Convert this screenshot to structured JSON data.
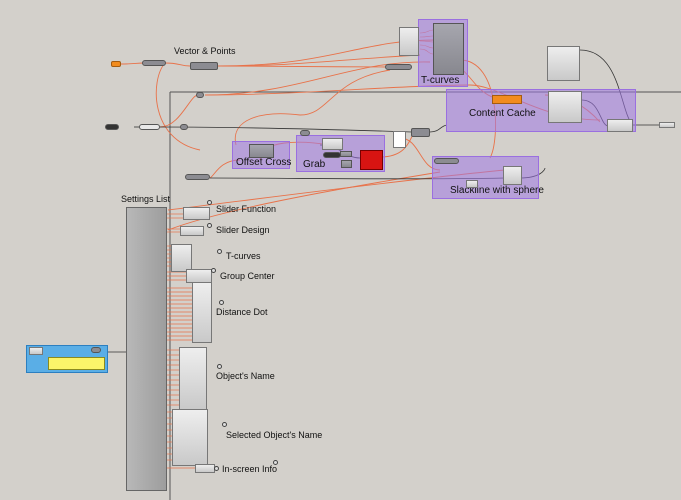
{
  "canvas": {
    "background": "#d3d0cb",
    "wire_color": "#e8724a",
    "group_color": "#a078e6"
  },
  "groups": {
    "tcurves": "T-curves",
    "content_cache": "Content Cache",
    "offset_cross": "Offset Cross",
    "grab": "Grab",
    "slackline": "Slackline with sphere"
  },
  "labels": {
    "vector_points": "Vector & Points",
    "settings_list": "Settings List",
    "slider_function": "Slider Function",
    "slider_design": "Slider Design",
    "tcurves": "T-curves",
    "group_center": "Group Center",
    "distance_dot": "Distance Dot",
    "objects_name": "Object's Name",
    "selected_objects_name": "Selected Object's Name",
    "inscreen_info": "In-screen Info"
  }
}
